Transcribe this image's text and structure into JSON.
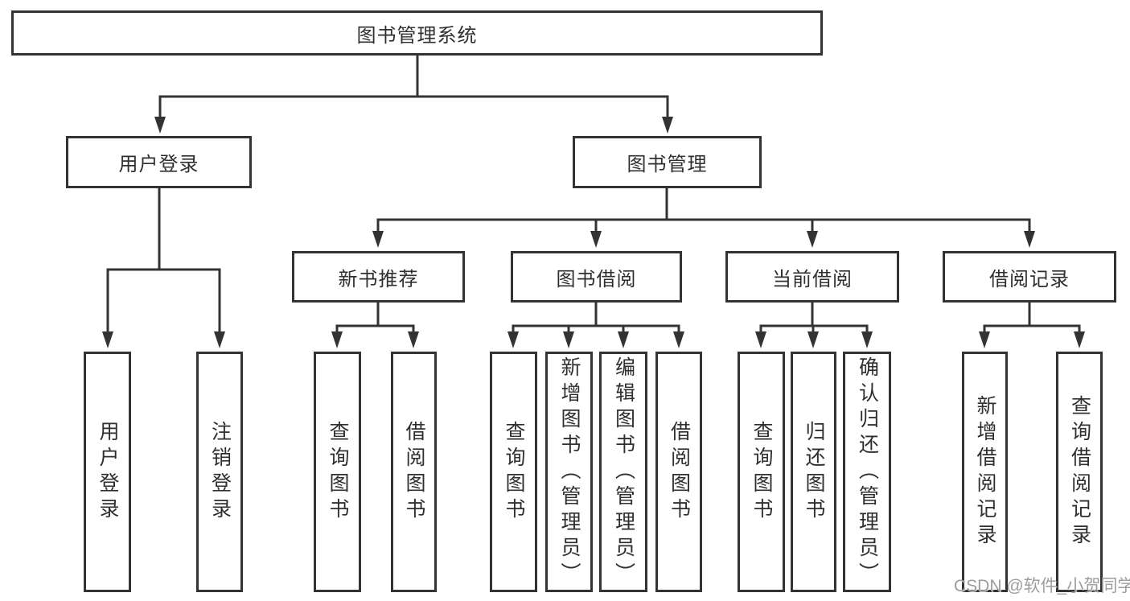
{
  "tree": {
    "label": "图书管理系统",
    "children": [
      {
        "label": "用户登录",
        "children": [
          {
            "label": "用户登录"
          },
          {
            "label": "注销登录"
          }
        ]
      },
      {
        "label": "图书管理",
        "children": [
          {
            "label": "新书推荐",
            "children": [
              {
                "label": "查询图书"
              },
              {
                "label": "借阅图书"
              }
            ]
          },
          {
            "label": "图书借阅",
            "children": [
              {
                "label": "查询图书"
              },
              {
                "label": "新增图书（管理员）"
              },
              {
                "label": "编辑图书（管理员）"
              },
              {
                "label": "借阅图书"
              }
            ]
          },
          {
            "label": "当前借阅",
            "children": [
              {
                "label": "查询图书"
              },
              {
                "label": "归还图书"
              },
              {
                "label": "确认归还（管理员）"
              }
            ]
          },
          {
            "label": "借阅记录",
            "children": [
              {
                "label": "新增借阅记录"
              },
              {
                "label": "查询借阅记录"
              }
            ]
          }
        ]
      }
    ]
  },
  "watermark": {
    "text": "CSDN @软件_小贺同学"
  },
  "colors": {
    "line": "#333333",
    "box_border": "#333333",
    "text": "#2f2f2f",
    "watermark": "#9d9d9d",
    "background": "#ffffff"
  }
}
